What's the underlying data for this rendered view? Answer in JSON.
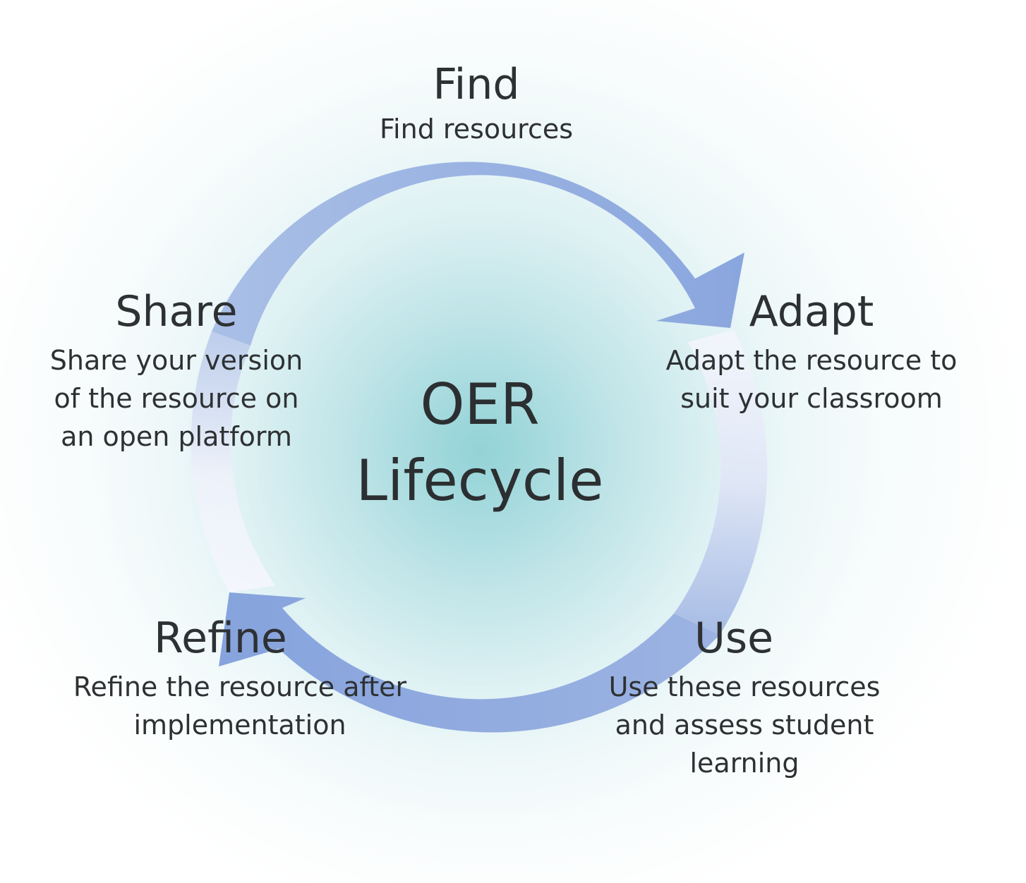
{
  "center": {
    "title": "OER\nLifecycle"
  },
  "steps": [
    {
      "id": "find",
      "title": "Find",
      "description": "Find resources"
    },
    {
      "id": "adapt",
      "title": "Adapt",
      "description": "Adapt the resource to\nsuit your classroom"
    },
    {
      "id": "use",
      "title": "Use",
      "description": "Use these resources\nand assess student\nlearning"
    },
    {
      "id": "refine",
      "title": "Refine",
      "description": "Refine the resource after\nimplementation"
    },
    {
      "id": "share",
      "title": "Share",
      "description": "Share your version\nof the resource on\nan open platform"
    }
  ],
  "colors": {
    "arrow": "#8eaadf",
    "arrow_light": "#e9eef9",
    "glow": "#8fd0d3",
    "text": "#2e3133"
  }
}
